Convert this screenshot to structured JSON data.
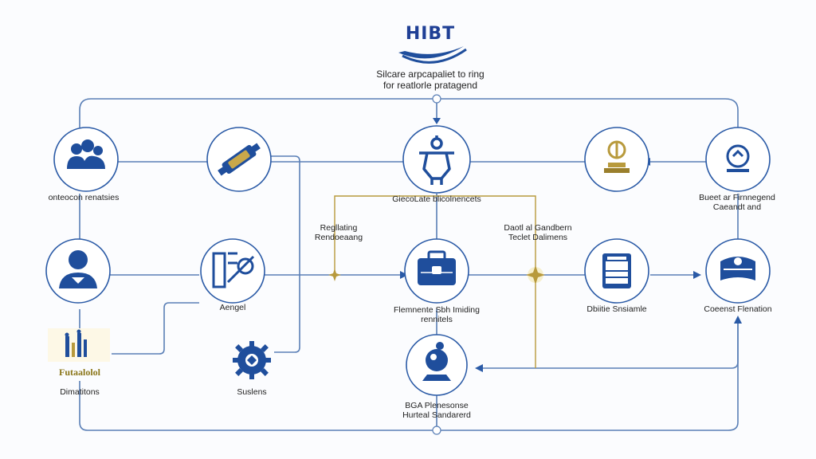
{
  "header": {
    "brand": "HIBT",
    "subtitle_line1": "Silcare arpcapaliet to ring",
    "subtitle_line2": "for reatlorle pratagend"
  },
  "nodes": {
    "top_left": "onteocon renatsies",
    "top_right": "Bueet ar Firnnegend Caeandt and",
    "center_top": "GiecoLate blicolnencets",
    "reg": "Regllating Rendoeaang",
    "dept": "Daotl al Gandbern Teclet Dalimens",
    "assign": "Aengel",
    "framework": "Flemnente Sbh Imiding rennitels",
    "double": "Dbiitie Snsiamle",
    "connect": "Coeenst Flenation",
    "fund_label": "Futaalolol",
    "distrib": "Dimatitons",
    "systems": "Suslens",
    "bga": "BGA Plenesonse Hurteal Sandarerd"
  },
  "colors": {
    "primary": "#1f4e9c",
    "line": "#5a7fb6",
    "gold": "#b89a3c"
  }
}
